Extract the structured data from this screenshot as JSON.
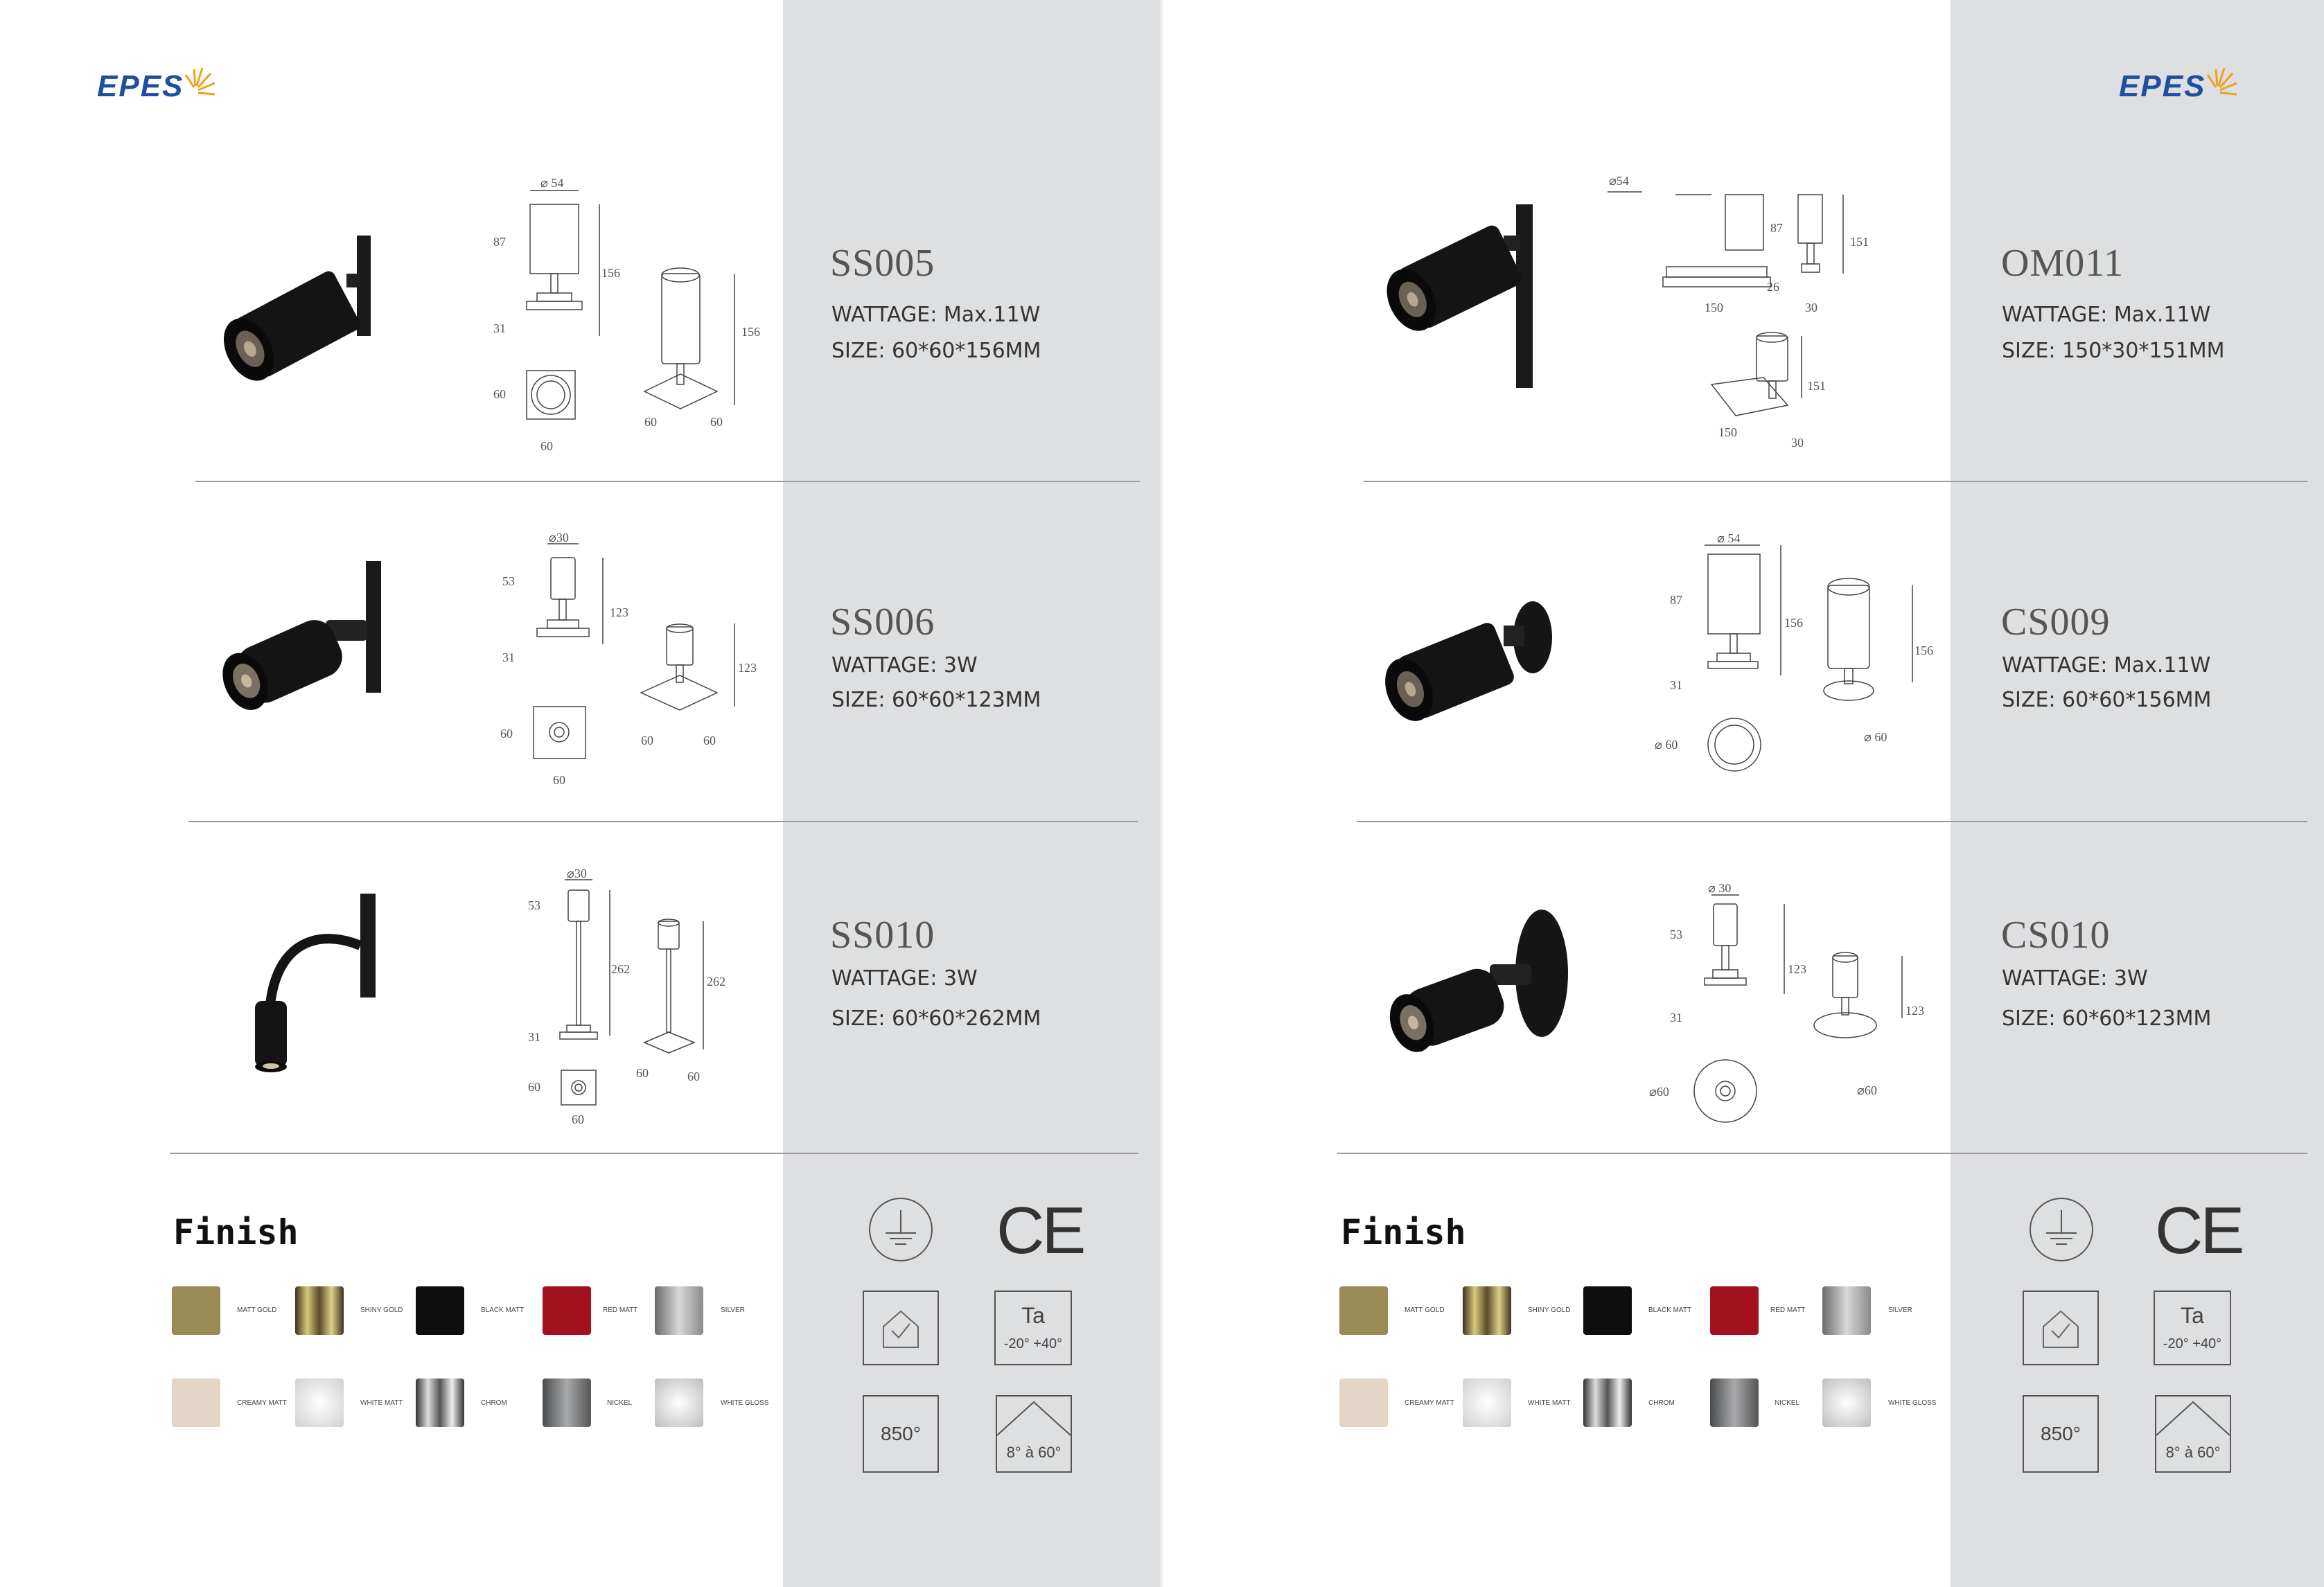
{
  "brand": "EPES",
  "colors": {
    "gray_panel": "#dedfe1",
    "logo_blue": "#1f4fa3",
    "logo_sun": "#f0a020",
    "lamp_black": "#141414"
  },
  "left_page": {
    "products": [
      {
        "code": "SS005",
        "wattage": "WATTAGE: Max.11W",
        "size": "SIZE: 60*60*156MM",
        "dims": {
          "dia": "⌀ 54",
          "h1": "87",
          "h2": "31",
          "total": "156",
          "w": "60",
          "d": "60",
          "iso_h": "156",
          "iso_w": "60",
          "iso_d": "60",
          "plan_h": "60"
        }
      },
      {
        "code": "SS006",
        "wattage": "WATTAGE: 3W",
        "size": "SIZE: 60*60*123MM",
        "dims": {
          "dia": "⌀30",
          "h1": "53",
          "h2": "31",
          "total": "123",
          "w": "60",
          "d": "60",
          "iso_h": "123",
          "iso_w": "60",
          "iso_d": "60",
          "plan_h": "60"
        }
      },
      {
        "code": "SS010",
        "wattage": "WATTAGE: 3W",
        "size": "SIZE: 60*60*262MM",
        "dims": {
          "dia": "⌀30",
          "h1": "53",
          "h2": "31",
          "total": "262",
          "w": "60",
          "d": "60",
          "iso_h": "262",
          "iso_w": "60",
          "iso_d": "60",
          "plan_h": "60"
        }
      }
    ]
  },
  "right_page": {
    "products": [
      {
        "code": "OM011",
        "wattage": "WATTAGE: Max.11W",
        "size": "SIZE: 150*30*151MM",
        "dims": {
          "dia": "⌀54",
          "h1": "87",
          "h2": "26",
          "total": "151",
          "w": "150",
          "d": "30",
          "iso_h": "151",
          "iso_w": "150",
          "iso_d": "30"
        }
      },
      {
        "code": "CS009",
        "wattage": "WATTAGE: Max.11W",
        "size": "SIZE: 60*60*156MM",
        "dims": {
          "dia": "⌀ 54",
          "h1": "87",
          "h2": "31",
          "total": "156",
          "base": "⌀ 60",
          "iso_h": "156",
          "iso_base": "⌀ 60"
        }
      },
      {
        "code": "CS010",
        "wattage": "WATTAGE: 3W",
        "size": "SIZE: 60*60*123MM",
        "dims": {
          "dia": "⌀ 30",
          "h1": "53",
          "h2": "31",
          "total": "123",
          "base": "⌀60",
          "iso_h": "123",
          "iso_base": "⌀60"
        }
      }
    ]
  },
  "finish": {
    "title": "Finish",
    "swatches": [
      {
        "label": "MATT GOLD",
        "color": "#9a8a55"
      },
      {
        "label": "SHINY GOLD",
        "color": "#b8a55a"
      },
      {
        "label": "BLACK MATT",
        "color": "#0e0e0e"
      },
      {
        "label": "RED MATT",
        "color": "#a3101e"
      },
      {
        "label": "SILVER",
        "color": "#a8a8a8"
      },
      {
        "label": "CREAMY MATT",
        "color": "#e4d6c6"
      },
      {
        "label": "WHITE MATT",
        "color": "#e8e8e8"
      },
      {
        "label": "CHROM",
        "color": "#8a8a8a"
      },
      {
        "label": "NICKEL",
        "color": "#7a7b7d"
      },
      {
        "label": "WHITE GLOSS",
        "color": "#dcdcdc"
      }
    ]
  },
  "certs": {
    "ce": "CE",
    "ta_title": "Ta",
    "ta_range": "-20° +40°",
    "beam": "850°",
    "angle": "8° à 60°"
  }
}
